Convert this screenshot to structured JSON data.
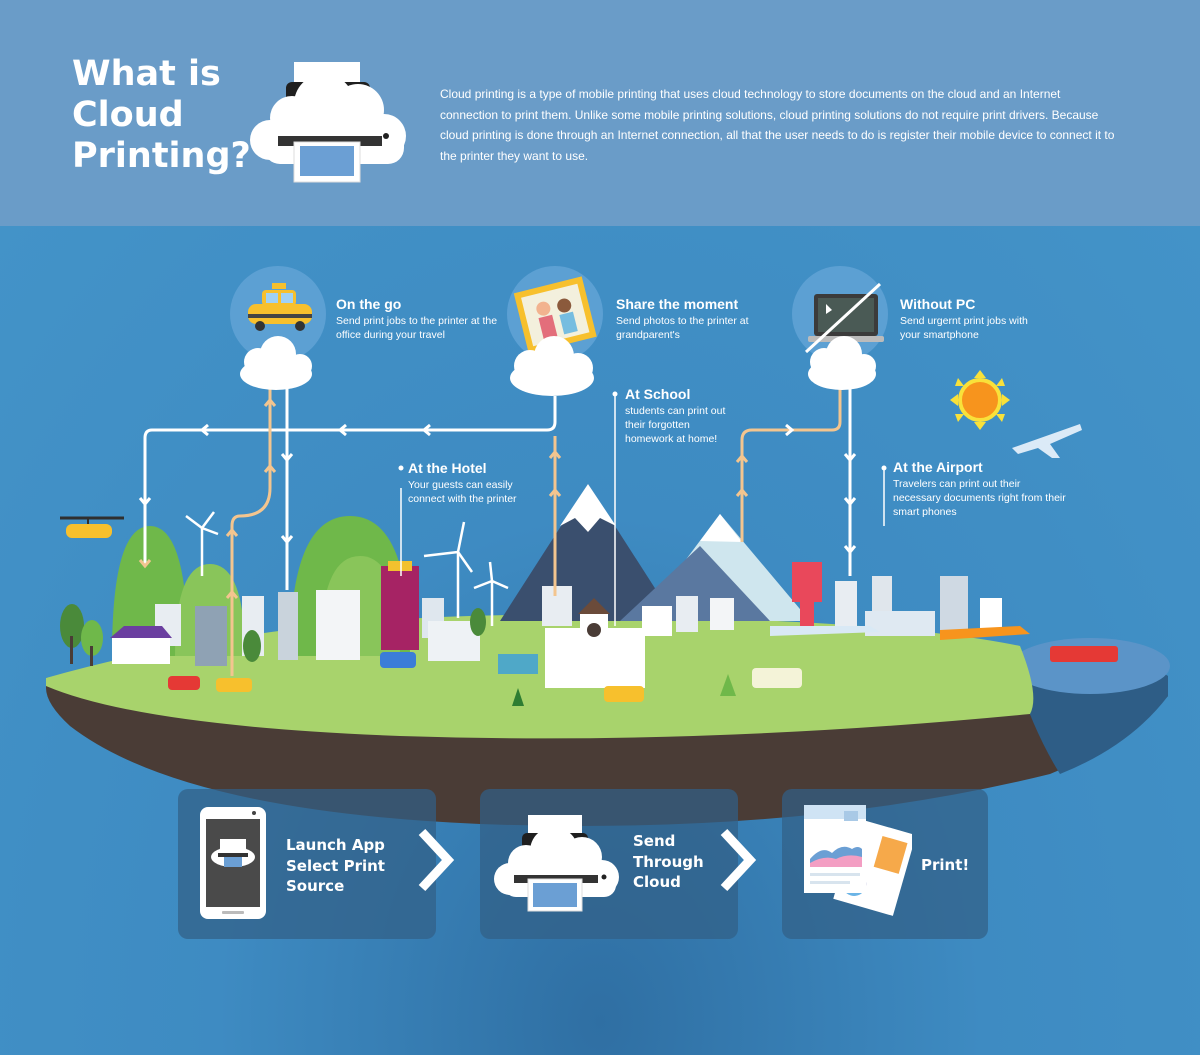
{
  "header": {
    "title": "What is Cloud Printing?",
    "intro": "Cloud printing is a type of mobile printing that uses cloud technology to store documents on the cloud and an Internet connection to print them. Unlike some mobile printing solutions, cloud printing solutions do not require print drivers. Because cloud printing is done through an Internet connection, all that the user needs to do is register their mobile device to connect it to the printer they want to use."
  },
  "callouts": [
    {
      "title": "On the go",
      "desc": "Send print jobs to the printer at the office during your travel",
      "icon": "taxi-icon"
    },
    {
      "title": "Share the moment",
      "desc": "Send photos to the printer at grandparent's",
      "icon": "photo-icon"
    },
    {
      "title": "Without PC",
      "desc": "Send urgernt print jobs with your smartphone",
      "icon": "no-pc-icon"
    },
    {
      "title": "At School",
      "desc": "students can print out their forgotten homework at home!"
    },
    {
      "title": "At the Hotel",
      "desc": "Your guests can easily connect with the printer"
    },
    {
      "title": "At the Airport",
      "desc": "Travelers can print out their necessary documents right from their smart phones"
    }
  ],
  "steps": [
    {
      "label": "Launch App\nSelect Print\nSource",
      "icon": "smartphone-printer-icon"
    },
    {
      "label": "Send\nThrough\nCloud",
      "icon": "cloud-printer-icon"
    },
    {
      "label": "Print!",
      "icon": "printed-documents-icon"
    }
  ],
  "colors": {
    "header_bg": "#6a9cc8",
    "main_bg": "#4393c8",
    "grass": "#a8d36c",
    "soil": "#4a3c36",
    "arrow_up": "#f3c58f",
    "arrow_down": "#ffffff",
    "sun": "#f7941d"
  }
}
